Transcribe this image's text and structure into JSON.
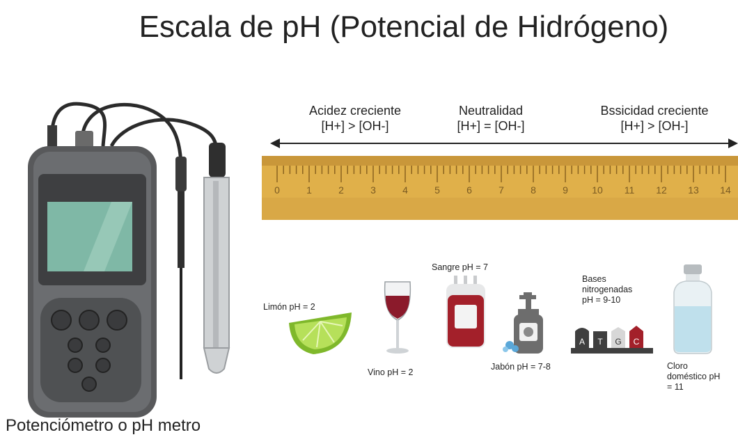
{
  "title": "Escala de pH (Potencial de Hidrógeno)",
  "scale": {
    "acid": {
      "name": "Acidez creciente",
      "relation": "[H+] > [OH-]"
    },
    "neutral": {
      "name": "Neutralidad",
      "relation": "[H+] = [OH-]"
    },
    "basic": {
      "name": "Bssicidad creciente",
      "relation": "[H+] > [OH-]"
    }
  },
  "ruler": {
    "ticks": [
      "0",
      "1",
      "2",
      "3",
      "4",
      "5",
      "6",
      "7",
      "8",
      "9",
      "10",
      "11",
      "12",
      "13",
      "14"
    ]
  },
  "items": {
    "lemon": "Limón pH = 2",
    "wine": "Vino pH = 2",
    "blood": "Sangre pH = 7",
    "soap": "Jabón  pH = 7-8",
    "bases_line1": "Bases",
    "bases_line2": "nitrogenadas",
    "bases_line3": "pH = 9-10",
    "bleach_line1": "Cloro",
    "bleach_line2": "doméstico pH",
    "bleach_line3": "= 11"
  },
  "bases_letters": [
    "A",
    "T",
    "G",
    "C"
  ],
  "meter_caption": "Potenciómetro o pH metro",
  "colors": {
    "ruler": "#e0b04a",
    "lemon": "#9fd43c",
    "wine": "#8b1a2b",
    "blood": "#a3202a",
    "soap": "#6d6d6d",
    "bleach": "#cfe7f1",
    "meter_body": "#55585c",
    "meter_screen": "#7fb8a6"
  }
}
